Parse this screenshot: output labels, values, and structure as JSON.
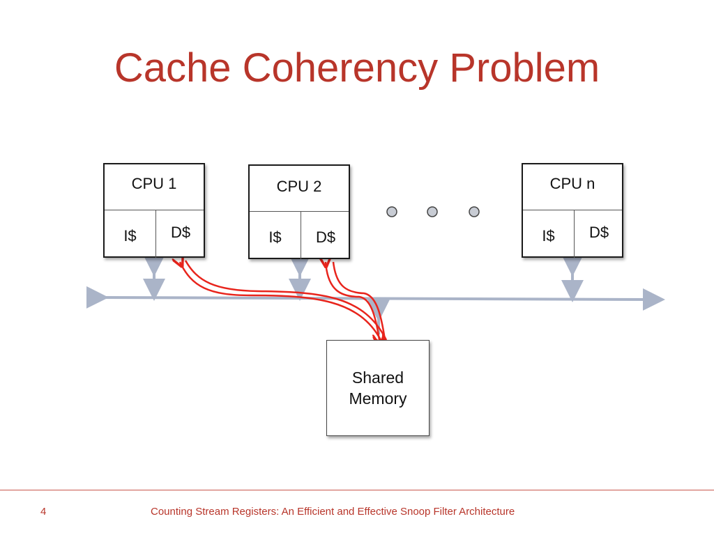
{
  "slide": {
    "title": "Cache Coherency Problem",
    "page_number": "4",
    "footer": "Counting Stream Registers: An Efficient and Effective Snoop Filter Architecture"
  },
  "cpus": [
    {
      "name": "CPU 1",
      "icache": "I$",
      "dcache": "D$"
    },
    {
      "name": "CPU 2",
      "icache": "I$",
      "dcache": "D$"
    },
    {
      "name": "CPU n",
      "icache": "I$",
      "dcache": "D$"
    }
  ],
  "memory": {
    "line1": "Shared",
    "line2": "Memory"
  },
  "colors": {
    "title": "#b8352a",
    "bus": "#aab4c8",
    "coherency_arrow": "#e8241c"
  }
}
